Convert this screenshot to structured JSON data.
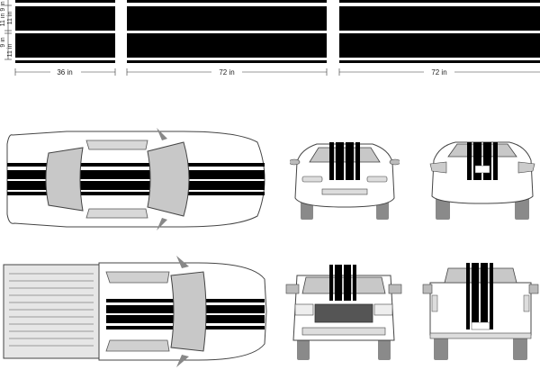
{
  "stripe_panels": {
    "panel_small": {
      "width_label": "36 in"
    },
    "panel_mid": {
      "width_label": "72 in"
    },
    "panel_right": {
      "width_label": "72 in"
    },
    "height_labels": [
      "11 in",
      "9 in",
      "11 in",
      "9 in",
      "11 in"
    ]
  },
  "vehicles": {
    "car": {
      "views": [
        "top",
        "front",
        "rear"
      ],
      "stripe_color": "#000000",
      "body_color": "#ffffff"
    },
    "truck": {
      "views": [
        "top",
        "front",
        "rear"
      ],
      "stripe_color": "#000000",
      "body_color": "#ffffff"
    }
  },
  "colors": {
    "stripe": "#000000",
    "glass": "#c8c8c8",
    "outline": "#444444",
    "tire": "#8a8a8a"
  }
}
